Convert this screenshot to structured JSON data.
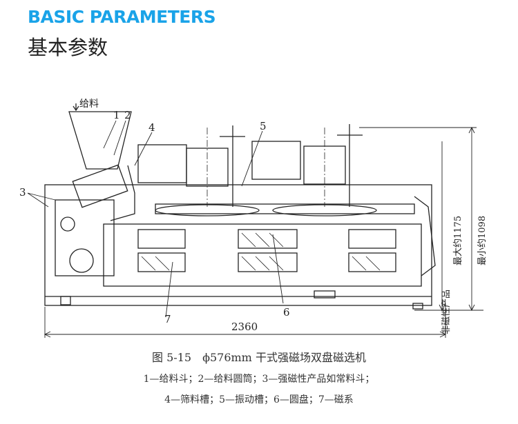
{
  "header": {
    "title_en": "BASIC PARAMETERS",
    "title_cn": "基本参数"
  },
  "diagram": {
    "labels": {
      "feed": "给料",
      "n1": "1",
      "n2": "2",
      "n3": "3",
      "n4": "4",
      "n5": "5",
      "n6": "6",
      "n7": "7"
    },
    "dims": {
      "width": "2360",
      "max_height": "最大约1175",
      "min_height": "最小约1098",
      "nonmag": "非磁性产品"
    }
  },
  "caption": {
    "title": "图 5-15　ϕ576mm 干式强磁场双盘磁选机",
    "line1": "1—给料斗；2—给料圆筒；3—强磁性产品如常料斗；",
    "line2": "4—筛料槽；5—振动槽；6—圆盘；7—磁系"
  }
}
